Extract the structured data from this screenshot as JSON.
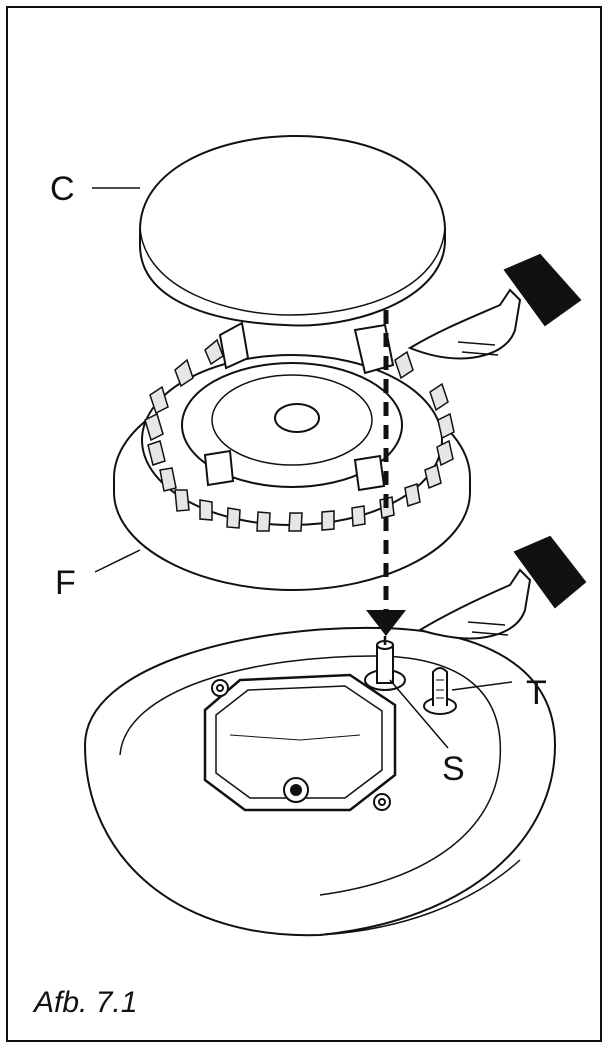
{
  "labels": {
    "cap": "C",
    "crown": "F",
    "electrode": "S",
    "thermocouple": "T"
  },
  "caption": "Afb. 7.1",
  "colors": {
    "ink": "#111111",
    "paper": "#ffffff",
    "shade": "#e6e6e6"
  },
  "icons": [
    "pointing-hand-icon",
    "down-arrow-icon"
  ]
}
